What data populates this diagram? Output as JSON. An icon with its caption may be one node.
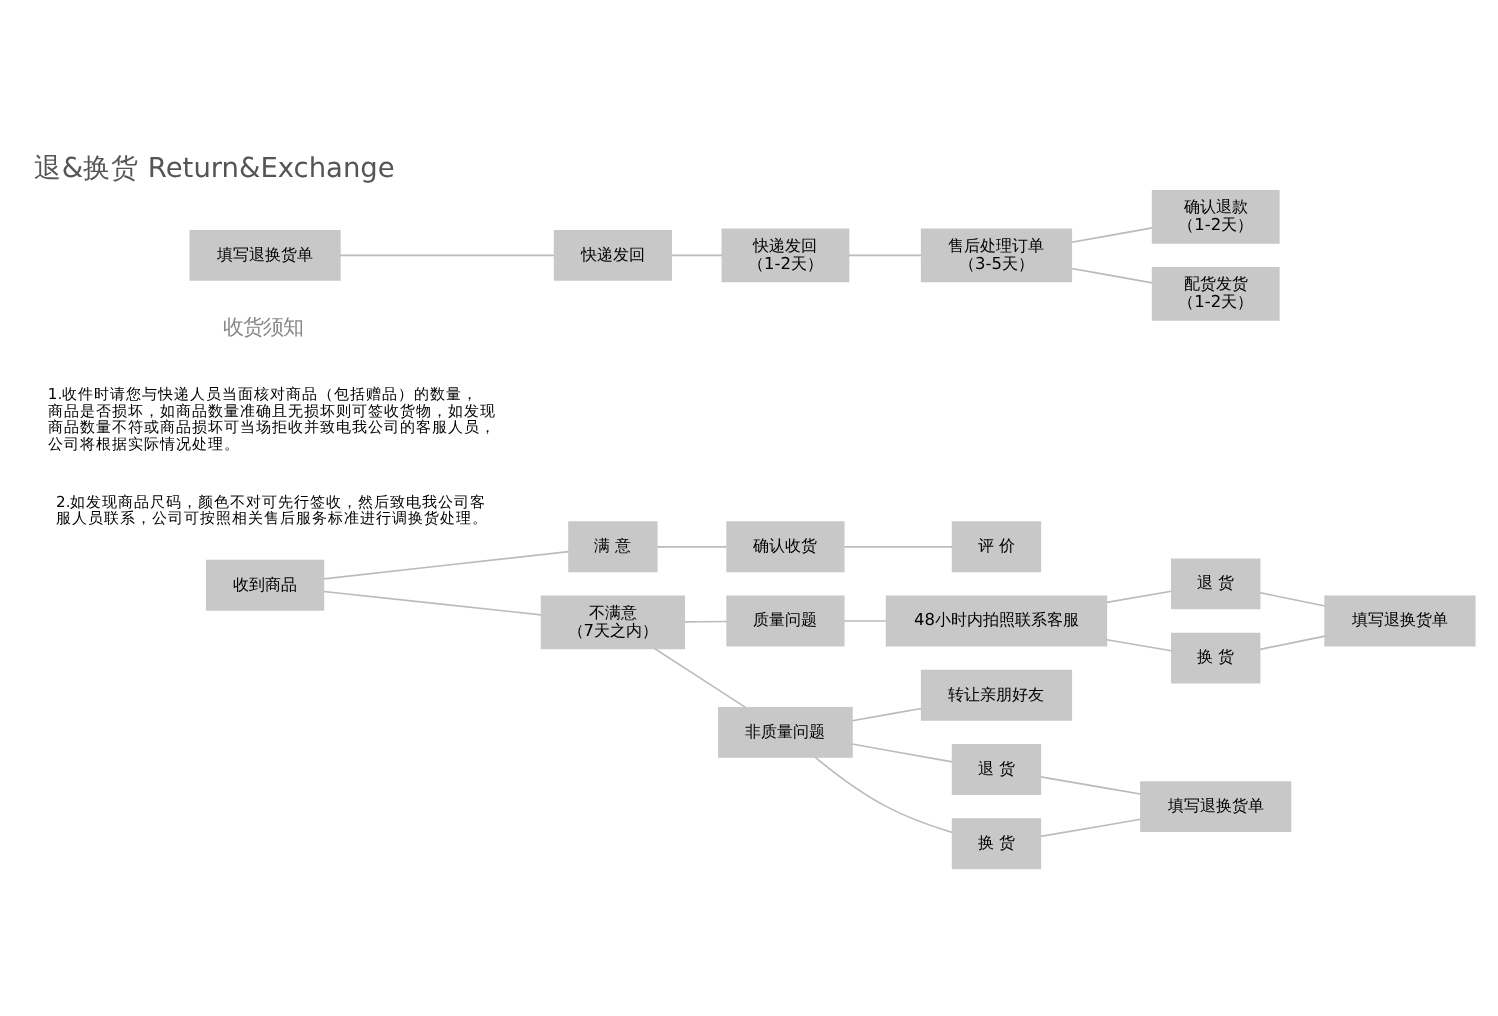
{
  "diagram": {
    "title": "退&换货 Return&Exchange",
    "nodes": [
      {
        "text": [
          "收到商品"
        ]
      },
      {
        "text": [
          "满 意"
        ]
      },
      {
        "text": [
          "确认收货"
        ]
      },
      {
        "text": [
          "评 价"
        ]
      },
      {
        "text": [
          "不满意",
          "（7天之内）"
        ]
      },
      {
        "text": [
          "质量问题"
        ]
      },
      {
        "text": [
          "48小时内拍照联系客服"
        ]
      },
      {
        "text": [
          "退 货"
        ]
      },
      {
        "text": [
          "换 货"
        ]
      },
      {
        "text": [
          "填写退换货单"
        ]
      },
      {
        "text": [
          "非质量问题"
        ]
      },
      {
        "text": [
          "转让亲朋好友"
        ]
      },
      {
        "text": [
          "退 货"
        ]
      },
      {
        "text": [
          "换 货"
        ]
      },
      {
        "text": [
          "填写退换货单"
        ]
      },
      {
        "text": [
          "填写退换货单"
        ]
      },
      {
        "text": [
          "快递发回"
        ]
      },
      {
        "text": [
          "快递发回",
          "（1-2天）"
        ]
      },
      {
        "text": [
          "售后处理订单",
          "（3-5天）"
        ]
      },
      {
        "text": [
          "确认退款",
          "（1-2天）"
        ]
      },
      {
        "text": [
          "配货发货",
          "（1-2天）"
        ]
      }
    ],
    "edges": [
      {
        "from": 0,
        "to": 1,
        "arrow": "none"
      },
      {
        "from": 1,
        "to": 2,
        "arrow": "none"
      },
      {
        "from": 2,
        "to": 3,
        "arrow": "none"
      },
      {
        "from": 0,
        "to": 4,
        "arrow": "none"
      },
      {
        "from": 4,
        "to": 5,
        "arrow": "none"
      },
      {
        "from": 5,
        "to": 6,
        "arrow": "none"
      },
      {
        "from": 6,
        "to": 7,
        "arrow": "none"
      },
      {
        "from": 6,
        "to": 8,
        "arrow": "none"
      },
      {
        "from": 7,
        "to": 9,
        "arrow": "none"
      },
      {
        "from": 8,
        "to": 9,
        "arrow": "none"
      },
      {
        "from": 4,
        "to": 10,
        "arrow": "none"
      },
      {
        "from": 10,
        "to": 11,
        "arrow": "none"
      },
      {
        "from": 10,
        "to": 12,
        "arrow": "none"
      },
      {
        "from": 10,
        "to": 13,
        "arrow": "none"
      },
      {
        "from": 12,
        "to": 14,
        "arrow": "none"
      },
      {
        "from": 13,
        "to": 14,
        "arrow": "none"
      },
      {
        "from": 15,
        "to": 16,
        "arrow": "none"
      },
      {
        "from": 16,
        "to": 17,
        "arrow": "none"
      },
      {
        "from": 17,
        "to": 18,
        "arrow": "none"
      },
      {
        "from": 18,
        "to": 19,
        "arrow": "none"
      },
      {
        "from": 18,
        "to": 20,
        "arrow": "none"
      }
    ],
    "labels": [
      "收货须知",
      "1.收件时请您与快递人员当面核对商品（包括赠品）的数量，商品是否损坏，如商品数量准确且无损坏则可签收货物，如发现商品数量不符或商品损坏可当场拒收并致电我公司的客服人员，公司将根据实际情况处理。",
      "2.如发现商品尺码，颜色不对可先行签收，然后致电我公司客服人员联系，公司可按照相关售后服务标准进行调换货处理。"
    ]
  }
}
